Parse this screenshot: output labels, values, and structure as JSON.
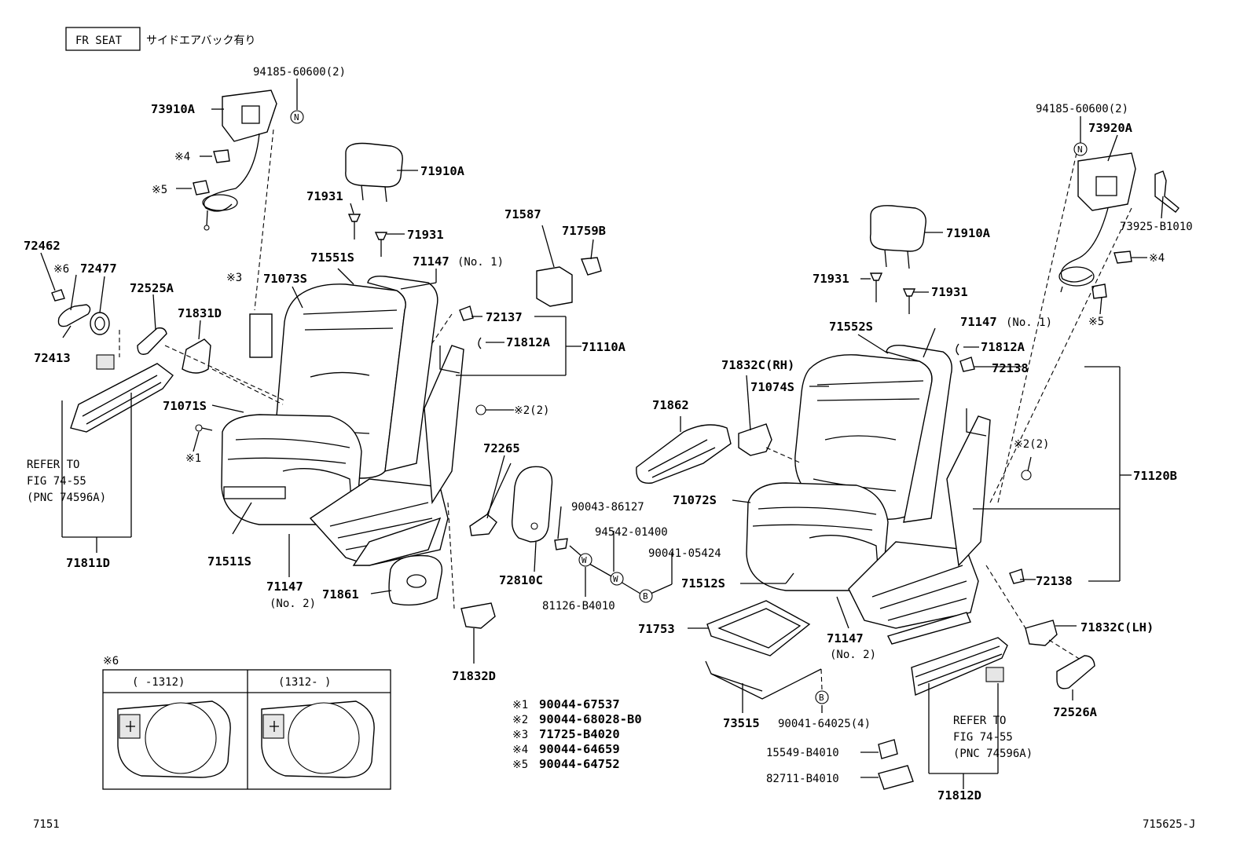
{
  "header": {
    "box_label": "FR SEAT",
    "subtitle": "サイドエアバック有り"
  },
  "footer": {
    "left_code": "7151",
    "right_code": "715625-J"
  },
  "circle_marks": {
    "n": "N",
    "w": "W",
    "b": "B"
  },
  "left_seat": {
    "p94185": "94185-60600(2)",
    "p73910A": "73910A",
    "m4": "※4",
    "m5": "※5",
    "p71910A": "71910A",
    "p71931a": "71931",
    "p71931b": "71931",
    "p71587": "71587",
    "p71759B": "71759B",
    "p72462": "72462",
    "m6": "※6",
    "p72477": "72477",
    "m3": "※3",
    "p71551S": "71551S",
    "p71147no1": "71147",
    "no1": "(No. 1)",
    "p71073S": "71073S",
    "p72525A": "72525A",
    "p71831D": "71831D",
    "p72137": "72137",
    "p72413": "72413",
    "p71812A": "71812A",
    "p71110A": "71110A",
    "p71071S": "71071S",
    "m2": "※2(2)",
    "m1": "※1",
    "refer1": "REFER TO",
    "refer2": "FIG 74-55",
    "refer3": "(PNC 74596A)",
    "p72265": "72265",
    "p90043": "90043-86127",
    "p94542": "94542-01400",
    "p90041a": "90041-05424",
    "p71511S": "71511S",
    "p71147no2": "71147",
    "no2": "(No. 2)",
    "p71861": "71861",
    "p72810C": "72810C",
    "p81126": "81126-B4010",
    "p71811D": "71811D",
    "p71832D": "71832D"
  },
  "right_seat": {
    "p94185": "94185-60600(2)",
    "p73920A": "73920A",
    "p73925": "73925-B1010",
    "p71910A": "71910A",
    "m4": "※4",
    "p71931a": "71931",
    "p71931b": "71931",
    "m5": "※5",
    "p71552S": "71552S",
    "p71147no1": "71147",
    "no1": "(No. 1)",
    "p71812A": "71812A",
    "p71832CRH": "71832C(RH)",
    "p72138a": "72138",
    "p71074S": "71074S",
    "p71862": "71862",
    "m2": "※2(2)",
    "p71120B": "71120B",
    "p71072S": "71072S",
    "p71512S": "71512S",
    "p72138b": "72138",
    "p71753": "71753",
    "p71147no2": "71147",
    "no2": "(No. 2)",
    "p71832CLH": "71832C(LH)",
    "p72526A": "72526A",
    "p73515": "73515",
    "p90041": "90041-64025(4)",
    "refer1": "REFER TO",
    "refer2": "FIG 74-55",
    "refer3": "(PNC 74596A)",
    "p15549": "15549-B4010",
    "p82711": "82711-B4010",
    "p71812D": "71812D"
  },
  "inset": {
    "title": "※6",
    "col1": "(      -1312)",
    "col2": "(1312-      )"
  },
  "legend": [
    {
      "mark": "※1",
      "part": "90044-67537"
    },
    {
      "mark": "※2",
      "part": "90044-68028-B0"
    },
    {
      "mark": "※3",
      "part": "71725-B4020"
    },
    {
      "mark": "※4",
      "part": "90044-64659"
    },
    {
      "mark": "※5",
      "part": "90044-64752"
    }
  ]
}
